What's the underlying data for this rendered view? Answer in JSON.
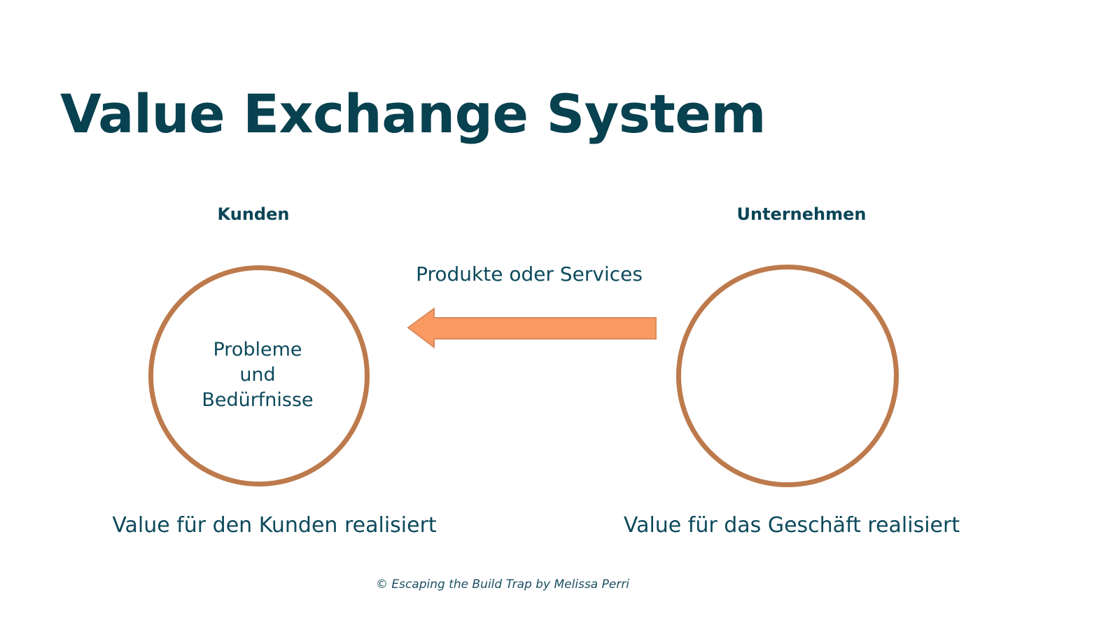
{
  "slide": {
    "title": "Value Exchange System",
    "background_color": "#ffffff"
  },
  "colors": {
    "ink_dark_teal": "#08414f",
    "text_teal": "#0d4a5c",
    "circle_stroke_terracotta": "#bd7a4c",
    "arrow_fill_orange": "#f99a63",
    "arrow_stroke_orange": "#d98a5e"
  },
  "columns": {
    "left": {
      "heading": "Kunden",
      "circle_lines": [
        "Probleme",
        "und",
        "Bedürfnisse"
      ],
      "caption": "Value für den Kunden realisiert"
    },
    "right": {
      "heading": "Unternehmen",
      "circle_lines": [],
      "caption": "Value für das Geschäft realisiert"
    }
  },
  "arrow": {
    "label": "Produkte oder Services",
    "direction": "left",
    "from": "Unternehmen",
    "to": "Kunden"
  },
  "footer": {
    "attribution": "© Escaping the Build Trap by Melissa Perri"
  }
}
